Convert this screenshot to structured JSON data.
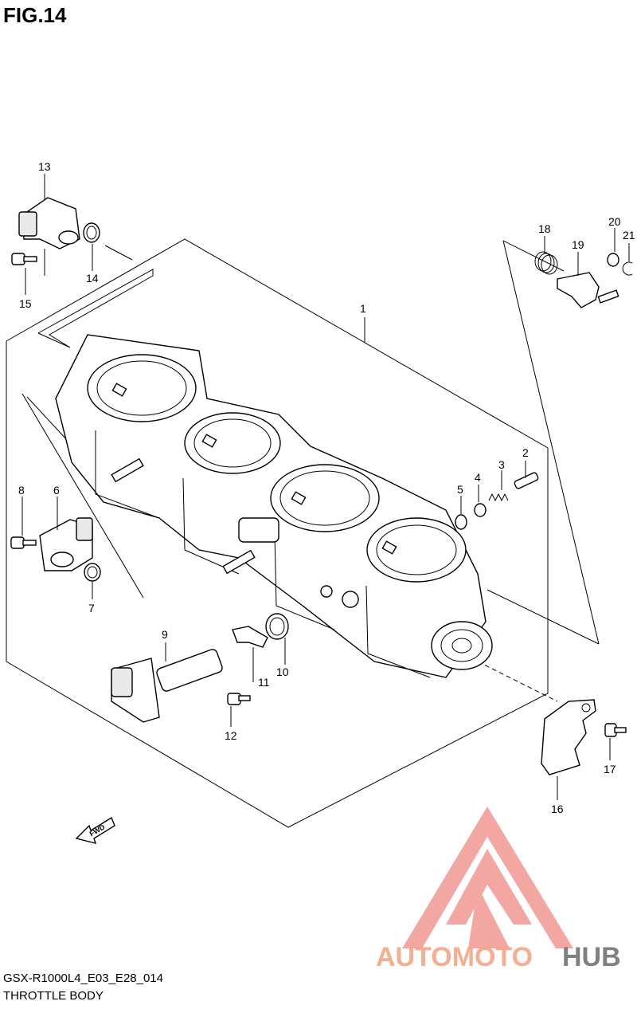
{
  "figure": {
    "title": "FIG.14"
  },
  "captions": {
    "model_code": "GSX-R1000L4_E03_E28_014",
    "section_name": "THROTTLE BODY"
  },
  "direction_marker": {
    "label": "FWD"
  },
  "callouts": [
    {
      "id": "1",
      "label": "1"
    },
    {
      "id": "2",
      "label": "2"
    },
    {
      "id": "3",
      "label": "3"
    },
    {
      "id": "4",
      "label": "4"
    },
    {
      "id": "5",
      "label": "5"
    },
    {
      "id": "6",
      "label": "6"
    },
    {
      "id": "7",
      "label": "7"
    },
    {
      "id": "8",
      "label": "8"
    },
    {
      "id": "9",
      "label": "9"
    },
    {
      "id": "10",
      "label": "10"
    },
    {
      "id": "11",
      "label": "11"
    },
    {
      "id": "12",
      "label": "12"
    },
    {
      "id": "13",
      "label": "13"
    },
    {
      "id": "14",
      "label": "14"
    },
    {
      "id": "15",
      "label": "15"
    },
    {
      "id": "16",
      "label": "16"
    },
    {
      "id": "17",
      "label": "17"
    },
    {
      "id": "18",
      "label": "18"
    },
    {
      "id": "19",
      "label": "19"
    },
    {
      "id": "20",
      "label": "20"
    },
    {
      "id": "21",
      "label": "21"
    }
  ],
  "watermark": {
    "text_part1": "AUTOMOTO",
    "text_part2": "HUB",
    "color_part1": "#f3a07f",
    "color_part2": "#6b6b6b",
    "logo_color": "#ef8a84"
  }
}
